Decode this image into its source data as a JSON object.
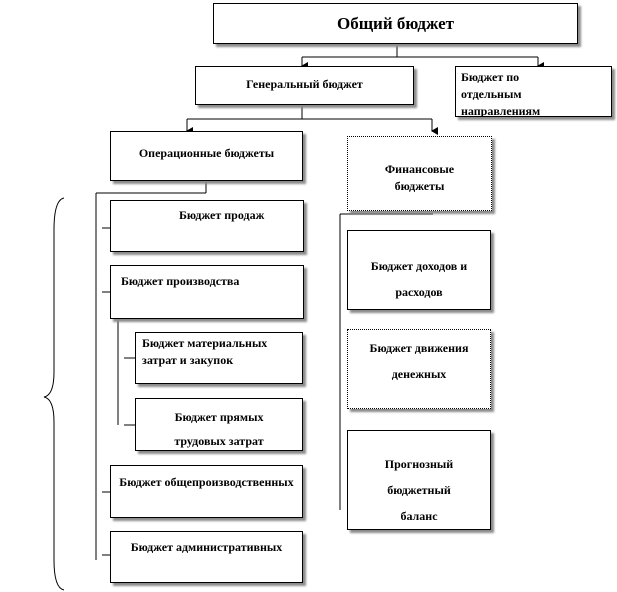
{
  "boxes": {
    "general_total": "Общий бюджет",
    "master": "Генеральный бюджет",
    "separate": "Бюджет по отдельным направлениям",
    "operational": "Операционные бюджеты",
    "financial": "Финансовые бюджеты",
    "sales": "Бюджет продаж",
    "production": "Бюджет производства",
    "materials": "Бюджет материальных затрат и закупок",
    "labor": "Бюджет прямых трудовых затрат",
    "overhead": "Бюджет общепроизводственных",
    "admin": "Бюджет административных",
    "income": "Бюджет доходов и расходов",
    "cashflow": "Бюджет движения денежных",
    "balance": "Прогнозный бюджетный баланс"
  }
}
